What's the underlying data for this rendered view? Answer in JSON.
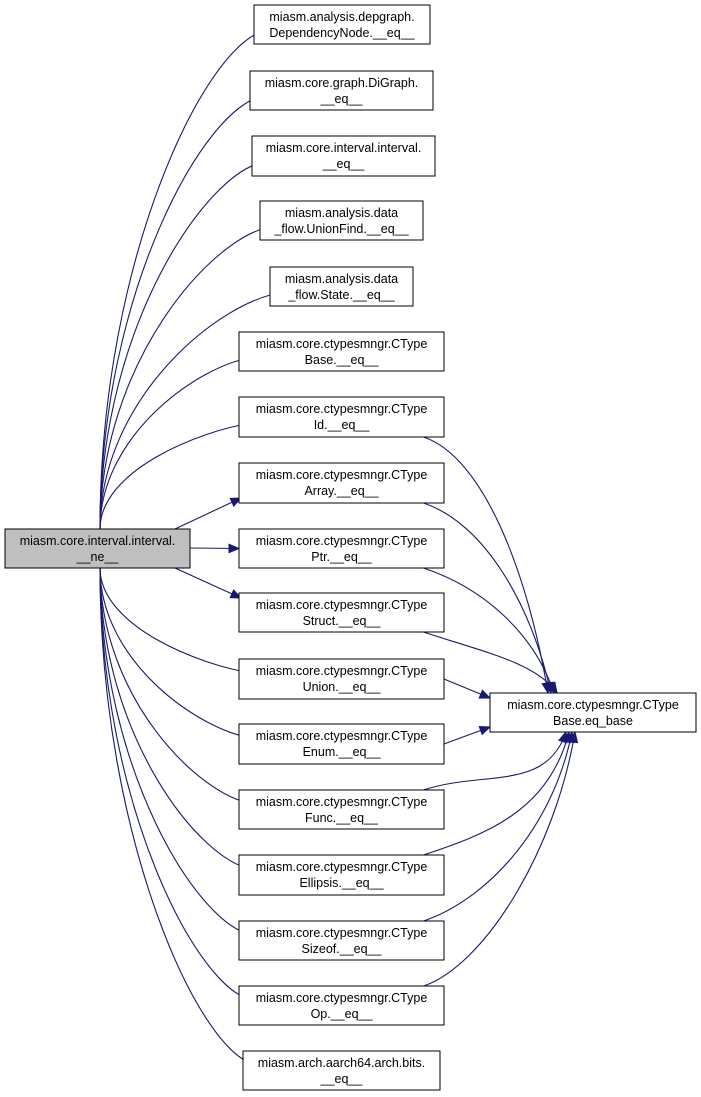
{
  "root": {
    "id": "ne",
    "lines": [
      "miasm.core.interval.interval.",
      "__ne__"
    ]
  },
  "target": {
    "id": "eq_base",
    "lines": [
      "miasm.core.ctypesmngr.CType",
      "Base.eq_base"
    ]
  },
  "callees": [
    {
      "id": "depnode_eq",
      "lines": [
        "miasm.analysis.depgraph.",
        "DependencyNode.__eq__"
      ],
      "calls_eq_base": false
    },
    {
      "id": "digraph_eq",
      "lines": [
        "miasm.core.graph.DiGraph.",
        "__eq__"
      ],
      "calls_eq_base": false
    },
    {
      "id": "interval_eq",
      "lines": [
        "miasm.core.interval.interval.",
        "__eq__"
      ],
      "calls_eq_base": false
    },
    {
      "id": "unionfind_eq",
      "lines": [
        "miasm.analysis.data",
        "_flow.UnionFind.__eq__"
      ],
      "calls_eq_base": false
    },
    {
      "id": "state_eq",
      "lines": [
        "miasm.analysis.data",
        "_flow.State.__eq__"
      ],
      "calls_eq_base": false
    },
    {
      "id": "ctbase_eq",
      "lines": [
        "miasm.core.ctypesmngr.CType",
        "Base.__eq__"
      ],
      "calls_eq_base": false
    },
    {
      "id": "ctid_eq",
      "lines": [
        "miasm.core.ctypesmngr.CType",
        "Id.__eq__"
      ],
      "calls_eq_base": true
    },
    {
      "id": "ctarray_eq",
      "lines": [
        "miasm.core.ctypesmngr.CType",
        "Array.__eq__"
      ],
      "calls_eq_base": true
    },
    {
      "id": "ctptr_eq",
      "lines": [
        "miasm.core.ctypesmngr.CType",
        "Ptr.__eq__"
      ],
      "calls_eq_base": true
    },
    {
      "id": "ctstruct_eq",
      "lines": [
        "miasm.core.ctypesmngr.CType",
        "Struct.__eq__"
      ],
      "calls_eq_base": true
    },
    {
      "id": "ctunion_eq",
      "lines": [
        "miasm.core.ctypesmngr.CType",
        "Union.__eq__"
      ],
      "calls_eq_base": true
    },
    {
      "id": "ctenum_eq",
      "lines": [
        "miasm.core.ctypesmngr.CType",
        "Enum.__eq__"
      ],
      "calls_eq_base": true
    },
    {
      "id": "ctfunc_eq",
      "lines": [
        "miasm.core.ctypesmngr.CType",
        "Func.__eq__"
      ],
      "calls_eq_base": true
    },
    {
      "id": "ctellipsis_eq",
      "lines": [
        "miasm.core.ctypesmngr.CType",
        "Ellipsis.__eq__"
      ],
      "calls_eq_base": true
    },
    {
      "id": "ctsizeof_eq",
      "lines": [
        "miasm.core.ctypesmngr.CType",
        "Sizeof.__eq__"
      ],
      "calls_eq_base": true
    },
    {
      "id": "ctop_eq",
      "lines": [
        "miasm.core.ctypesmngr.CType",
        "Op.__eq__"
      ],
      "calls_eq_base": true
    },
    {
      "id": "aarch64_eq",
      "lines": [
        "miasm.arch.aarch64.arch.bits.",
        "__eq__"
      ],
      "calls_eq_base": false
    }
  ],
  "colors": {
    "edge": "#191970",
    "root_fill": "#bfbfbf",
    "node_fill": "#ffffff",
    "border": "#000000"
  }
}
